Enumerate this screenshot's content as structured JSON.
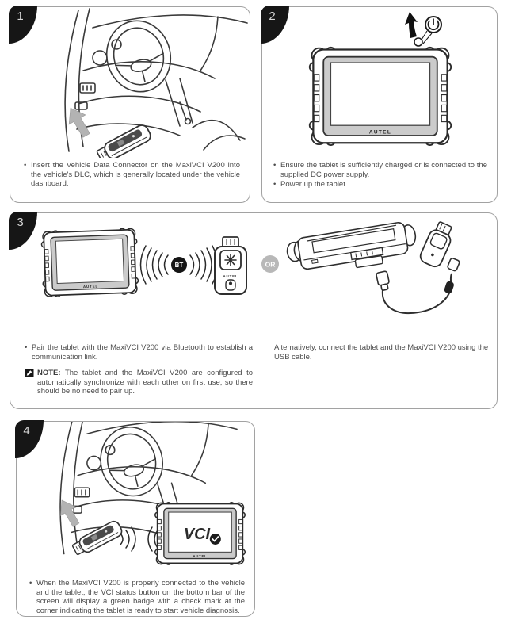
{
  "ui": {
    "bullet": "•",
    "device_brand": "AUTEL"
  },
  "panel1": {
    "number": "1",
    "bullet": "Insert the Vehicle Data Connector on the MaxiVCI V200 into the vehicle's DLC, which is generally located under the vehicle dashboard."
  },
  "panel2": {
    "number": "2",
    "bullet1": "Ensure the tablet is sufficiently charged or is connected to the supplied DC power supply.",
    "bullet2": "Power up the tablet."
  },
  "panel3": {
    "number": "3",
    "bullet": "Pair the tablet with the MaxiVCI V200 via Bluetooth to establish a communication link.",
    "note_label": "NOTE:",
    "note_text": "The tablet and the MaxiVCI V200 are configured to automatically synchronize with each other on first use, so there should be no need to pair up.",
    "alt_text": "Alternatively, connect the tablet and the MaxiVCI V200 using the USB cable.",
    "bt_label": "BT",
    "or_label": "OR"
  },
  "panel4": {
    "number": "4",
    "bullet": "When the MaxiVCI V200 is properly connected to the vehicle and the tablet, the VCI status button on the bottom bar of the screen will display a green badge with a check mark at the corner indicating the tablet is ready to start vehicle diagnosis.",
    "screen_label": "VCI"
  },
  "colors": {
    "panel_border": "#a2a2a2",
    "tab_bg": "#161616",
    "tab_text": "#d6d6d6",
    "body_text": "#4b4b4b",
    "line_art": "#3a3a3a",
    "arrow_gray": "#b3b3b3",
    "bt_badge": "#151515",
    "or_badge": "#b8b8b8",
    "bezel_gray": "#cbcbcb"
  }
}
